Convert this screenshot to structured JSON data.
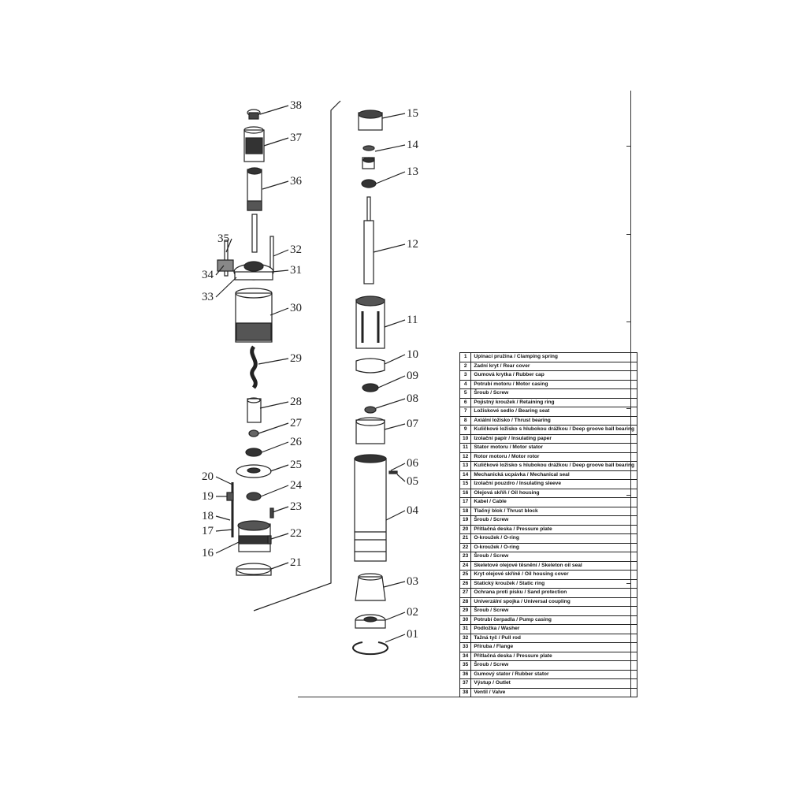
{
  "diagram": {
    "callouts": [
      "38",
      "37",
      "36",
      "35",
      "32",
      "34",
      "31",
      "33",
      "30",
      "29",
      "28",
      "27",
      "26",
      "25",
      "20",
      "24",
      "19",
      "23",
      "18",
      "17",
      "22",
      "16",
      "21",
      "15",
      "14",
      "13",
      "12",
      "11",
      "10",
      "09",
      "08",
      "07",
      "06",
      "05",
      "04",
      "03",
      "02",
      "01"
    ]
  },
  "parts_table": {
    "rows": [
      {
        "no": "1",
        "name": "Upínací pružina / Clamping spring"
      },
      {
        "no": "2",
        "name": "Zadní kryt / Rear cover"
      },
      {
        "no": "3",
        "name": "Gumová krytka / Rubber cap"
      },
      {
        "no": "4",
        "name": "Potrubí motoru / Motor casing"
      },
      {
        "no": "5",
        "name": "Šroub / Screw"
      },
      {
        "no": "6",
        "name": "Pojistný kroužek / Retaining ring"
      },
      {
        "no": "7",
        "name": "Ložiskové sedlo / Bearing seat"
      },
      {
        "no": "8",
        "name": "Axiální ložisko / Thrust bearing"
      },
      {
        "no": "9",
        "name": "Kuličkové ložisko s hlubokou drážkou / Deep groove ball bearing"
      },
      {
        "no": "10",
        "name": "Izolační papír / Insulating paper"
      },
      {
        "no": "11",
        "name": "Stator motoru / Motor stator"
      },
      {
        "no": "12",
        "name": "Rotor motoru / Motor rotor"
      },
      {
        "no": "13",
        "name": "Kuličkové ložisko s hlubokou drážkou / Deep groove ball bearing"
      },
      {
        "no": "14",
        "name": "Mechanická ucpávka / Mechanical seal"
      },
      {
        "no": "15",
        "name": "Izolační pouzdro / Insulating sleeve"
      },
      {
        "no": "16",
        "name": "Olejová skříň / Oil housing"
      },
      {
        "no": "17",
        "name": "Kabel / Cable"
      },
      {
        "no": "18",
        "name": "Tlačný blok / Thrust block"
      },
      {
        "no": "19",
        "name": "Šroub / Screw"
      },
      {
        "no": "20",
        "name": "Přítlačná deska / Pressure plate"
      },
      {
        "no": "21",
        "name": "O-kroužek / O-ring"
      },
      {
        "no": "22",
        "name": "O-kroužek / O-ring"
      },
      {
        "no": "23",
        "name": "Šroub / Screw"
      },
      {
        "no": "24",
        "name": "Skeletové olejové těsnění / Skeleton oil seal"
      },
      {
        "no": "25",
        "name": "Kryt olejové skříně / Oil housing cover"
      },
      {
        "no": "26",
        "name": "Statický kroužek / Static ring"
      },
      {
        "no": "27",
        "name": "Ochrana proti písku / Sand protection"
      },
      {
        "no": "28",
        "name": "Univerzální spojka / Universal coupling"
      },
      {
        "no": "29",
        "name": "Šroub / Screw"
      },
      {
        "no": "30",
        "name": "Potrubí čerpadla / Pump casing"
      },
      {
        "no": "31",
        "name": "Podložka / Washer"
      },
      {
        "no": "32",
        "name": "Tažná tyč / Pull rod"
      },
      {
        "no": "33",
        "name": "Příruba / Flange"
      },
      {
        "no": "34",
        "name": "Přítlačná deska / Pressure plate"
      },
      {
        "no": "35",
        "name": "Šroub / Screw"
      },
      {
        "no": "36",
        "name": "Gumový stator / Rubber stator"
      },
      {
        "no": "37",
        "name": "Výstup / Outlet"
      },
      {
        "no": "38",
        "name": "Ventil / Valve"
      }
    ]
  }
}
